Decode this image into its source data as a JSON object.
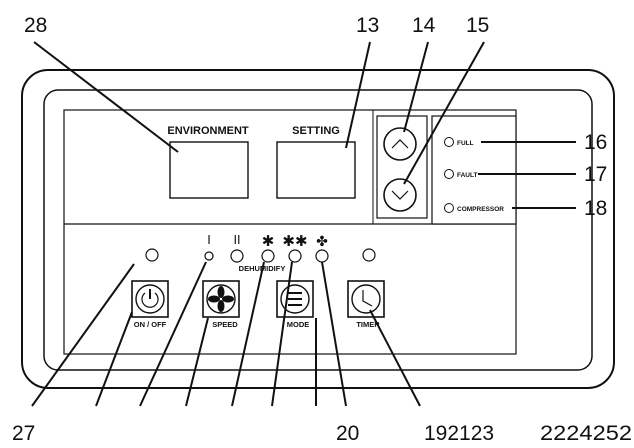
{
  "panel": {
    "environment_label": "ENVIRONMENT",
    "setting_label": "SETTING",
    "indicators": {
      "full": "FULL",
      "fault": "FAULT",
      "compressor": "COMPRESSOR"
    },
    "level_symbols": [
      "I",
      "II",
      "✱",
      "✱✱",
      "✤"
    ],
    "dehumidify_label": "DEHUMIDIFY",
    "buttons": {
      "power": "ON / OFF",
      "speed": "SPEED",
      "mode": "MODE",
      "timer": "TIMER"
    }
  },
  "callouts": {
    "top": [
      "28",
      "13",
      "14",
      "15"
    ],
    "right": [
      "16",
      "17",
      "18"
    ],
    "bottom": [
      "27",
      "20",
      "192123",
      "2224252"
    ]
  }
}
